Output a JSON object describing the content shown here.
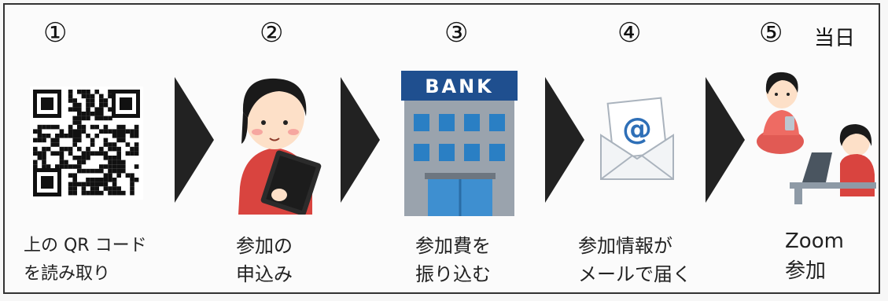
{
  "steps": [
    {
      "number": "①",
      "caption": [
        "上の QR コード",
        "を読み取り"
      ]
    },
    {
      "number": "②",
      "caption": [
        "参加の",
        "申込み"
      ]
    },
    {
      "number": "③",
      "caption": [
        "参加費を",
        "振り込む"
      ]
    },
    {
      "number": "④",
      "caption": [
        "参加情報が",
        "メールで届く"
      ]
    },
    {
      "number": "⑤",
      "caption": [
        "Zoom",
        "参加"
      ]
    }
  ],
  "day_label": "当日",
  "bank_sign": "BANK",
  "email_symbol": "@",
  "icons": [
    "qr-code-icon",
    "woman-with-clipboard-icon",
    "bank-building-icon",
    "email-envelope-icon",
    "zoom-participants-icon"
  ],
  "colors": {
    "arrow": "#222222",
    "bank_sign": "#1f4f8f",
    "bank_window": "#2a7fc4",
    "envelope_at": "#2e6fb7",
    "shirt": "#d9443f"
  }
}
